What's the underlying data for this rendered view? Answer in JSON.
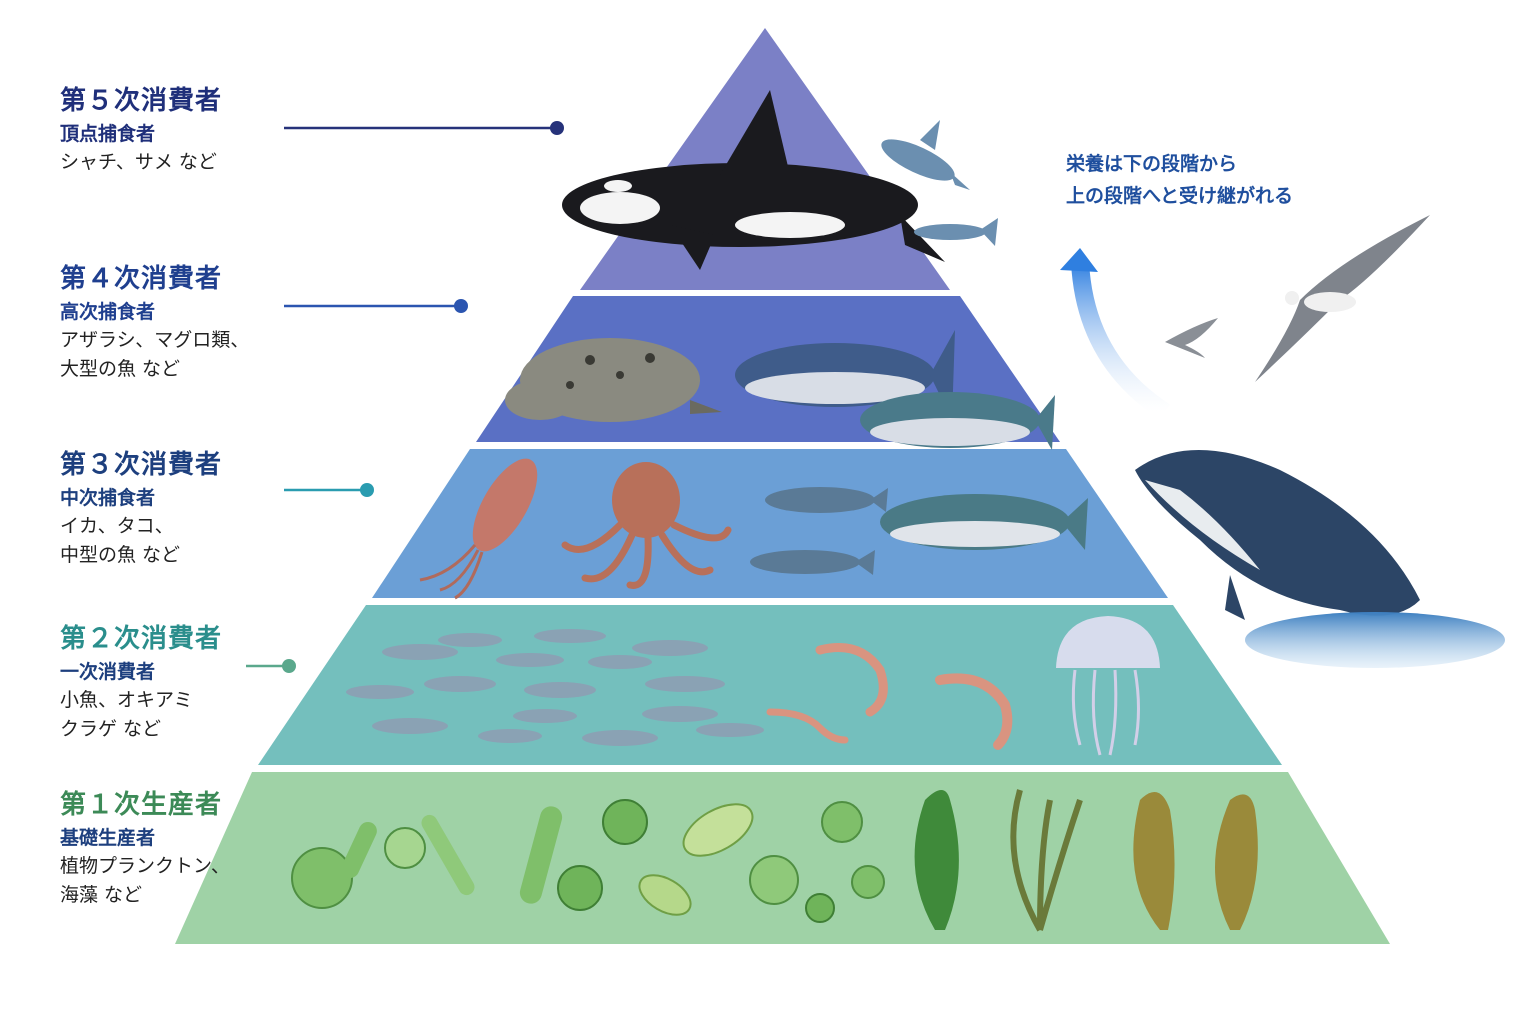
{
  "levels": [
    {
      "title": "第５次消費者",
      "role": "頂点捕食者",
      "examples": "シャチ、サメ など"
    },
    {
      "title": "第４次消費者",
      "role": "高次捕食者",
      "examples": "アザラシ、マグロ類、\n大型の魚 など"
    },
    {
      "title": "第３次消費者",
      "role": "中次捕食者",
      "examples": "イカ、タコ、\n中型の魚 など"
    },
    {
      "title": "第２次消費者",
      "role": "一次消費者",
      "examples": "小魚、オキアミ\nクラゲ など"
    },
    {
      "title": "第１次生産者",
      "role": "基礎生産者",
      "examples": "植物プランクトン、\n海藻 など"
    }
  ],
  "flow_note": "栄養は下の段階から\n上の段階へと受け継がれる",
  "colors": {
    "tier5": "#7b80c6",
    "tier4": "#5a70c4",
    "tier3": "#6b9fd6",
    "tier2": "#74bfbd",
    "tier1": "#9fd2a6",
    "arrow": "#2f7fe0",
    "text_navy": "#1f2f7a"
  },
  "icons": [
    "orca-icon",
    "shark-icon",
    "seal-icon",
    "tuna-icon",
    "squid-icon",
    "octopus-icon",
    "mackerel-icon",
    "small-fish-icon",
    "krill-icon",
    "jellyfish-icon",
    "phytoplankton-icon",
    "seaweed-icon",
    "humpback-whale-icon",
    "seabird-icon",
    "arrow-up-icon"
  ]
}
